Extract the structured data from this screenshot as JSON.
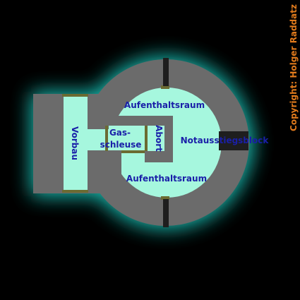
{
  "colors": {
    "background": "#000000",
    "glow": "#1fd6c9",
    "wall": "#6b6b6b",
    "room": "#a6f7de",
    "door": "#6b6b32",
    "slit": "#1e1e1e",
    "label": "#1a1fa8",
    "copyright": "#e07a1c"
  },
  "labels": {
    "room_top": "Aufenthaltsraum",
    "room_bottom": "Aufenthaltsraum",
    "vorbau": "Vorbau",
    "gasschleuse_line1": "Gas-",
    "gasschleuse_line2": "schleuse",
    "abort": "Abort",
    "notausstieg": "Notausstiegsblock"
  },
  "copyright": "Copyright: Holger Raddatz"
}
